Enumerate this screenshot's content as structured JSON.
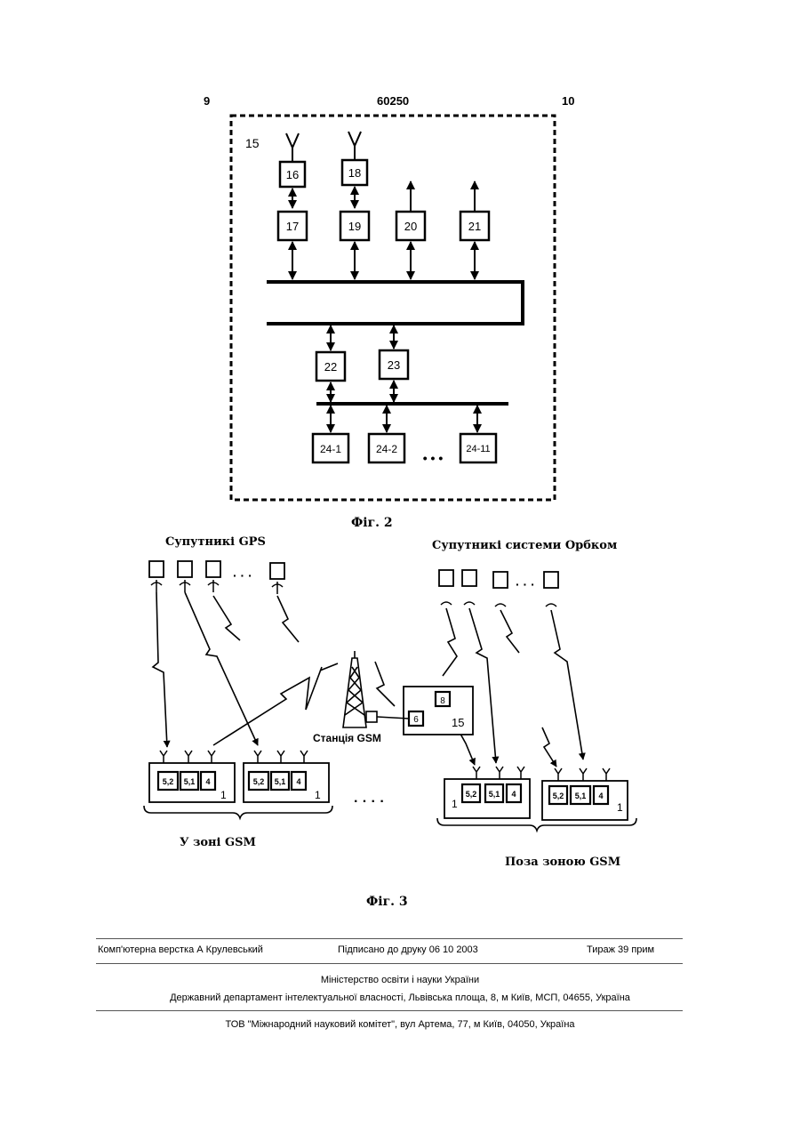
{
  "header": {
    "page_left": "9",
    "patent_number": "60250",
    "page_right": "10"
  },
  "fig2": {
    "caption": "Фіг. 2",
    "frame_label": "15",
    "blocks": {
      "b16": "16",
      "b17": "17",
      "b18": "18",
      "b19": "19",
      "b20": "20",
      "b21": "21",
      "b22": "22",
      "b23": "23",
      "b24_1": "24-1",
      "b24_2": "24-2",
      "b24_n": "24-11"
    },
    "ellipsis": "• • •"
  },
  "fig3": {
    "caption": "Фіг. 3",
    "label_gps": "Супутникі GPS",
    "label_orbcom": "Супутникі системи Орбком",
    "label_station": "Станція GSM",
    "label_in_zone": "У зоні GSM",
    "label_out_zone": "Поза зоною GSM",
    "center_id": "15",
    "center_block_top": "8",
    "center_block_left": "6",
    "unit_number": "1",
    "unit_blocks": [
      "5,2",
      "5,1",
      "4"
    ],
    "gap_ellipsis": "·  ·  ·  ·",
    "sat_ellipsis": "· · ·"
  },
  "footer": {
    "layout": "Комп'ютерна верстка А  Крулевський",
    "signed": "Підписано до друку 06 10 2003",
    "circulation": "Тираж 39 прим",
    "ministry": "Міністерство освіти і науки України",
    "department": "Державний департамент інтелектуальної власності, Львівська площа, 8, м  Київ, МСП, 04655, Україна",
    "publisher": "ТОВ \"Міжнародний науковий комітет\", вул  Артема, 77, м  Київ, 04050, Україна"
  }
}
